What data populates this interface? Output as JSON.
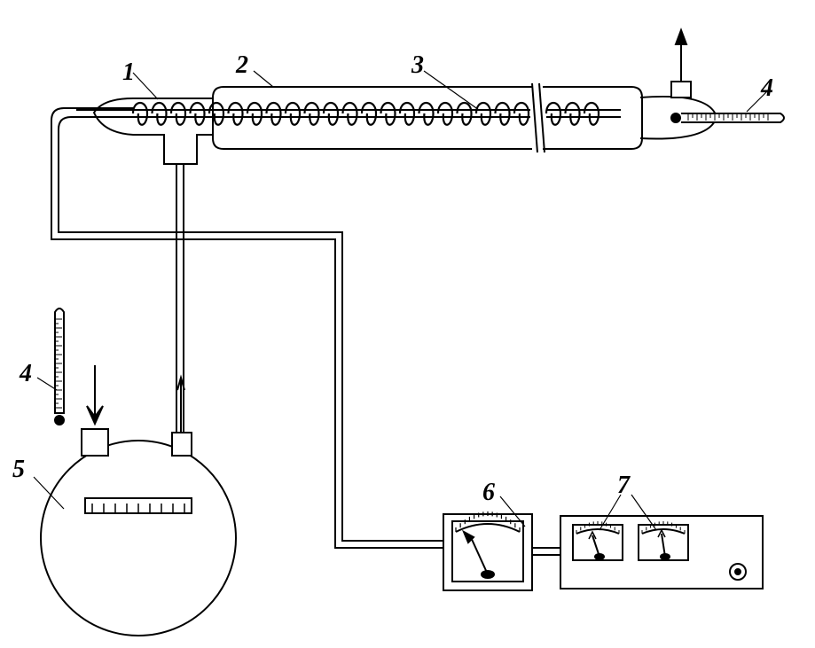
{
  "diagram": {
    "labels": {
      "tube_inner": "1",
      "jacket": "2",
      "heater_coil": "3",
      "thermometer_outlet": "4",
      "thermometer_room": "4",
      "gas_meter": "5",
      "voltmeter": "6",
      "power_supply_meters": "7"
    },
    "colors": {
      "stroke": "#000000",
      "fill": "#ffffff"
    }
  }
}
